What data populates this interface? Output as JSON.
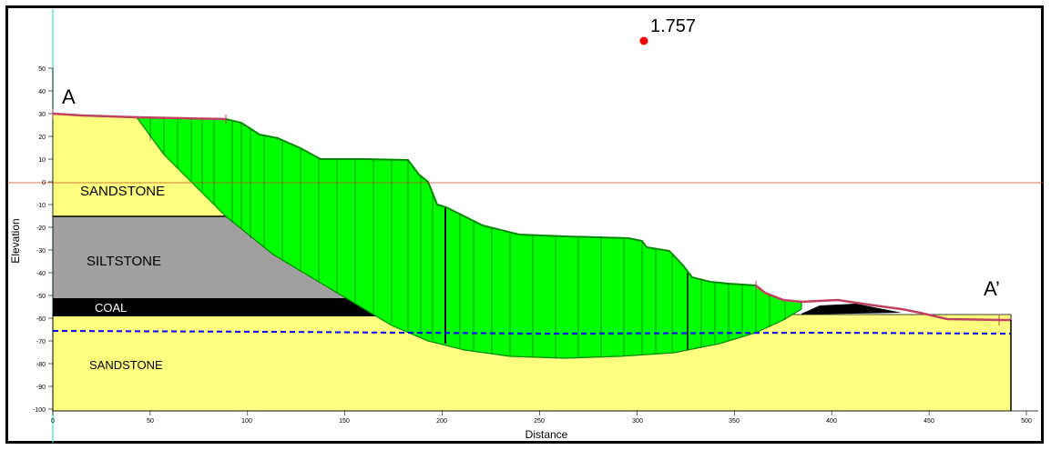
{
  "factor_of_safety": "1.757",
  "section_labels": {
    "start": "A",
    "end": "A’"
  },
  "axes": {
    "x_title": "Distance",
    "y_title": "Elevation",
    "x_ticks": [
      "0",
      "50",
      "100",
      "150",
      "200",
      "250",
      "300",
      "350",
      "400",
      "450",
      "500"
    ],
    "y_ticks": [
      "50",
      "40",
      "30",
      "20",
      "10",
      "0",
      "-10",
      "-20",
      "-30",
      "-40",
      "-50",
      "-60",
      "-70",
      "-80",
      "-90",
      "-100"
    ]
  },
  "layers": {
    "sandstone_upper": "SANDSTONE",
    "siltstone": "SILTSTONE",
    "coal": "COAL",
    "sandstone_lower": "SANDSTONE"
  },
  "colors": {
    "sandstone": "#ffff80",
    "siltstone": "#a0a0a0",
    "coal": "#000000",
    "slide_mass": "#00ff00",
    "ground_surface": "#c04060",
    "water_table": "#0000ff",
    "reference_line": "#c05020",
    "fs_point": "#ff0000"
  }
}
